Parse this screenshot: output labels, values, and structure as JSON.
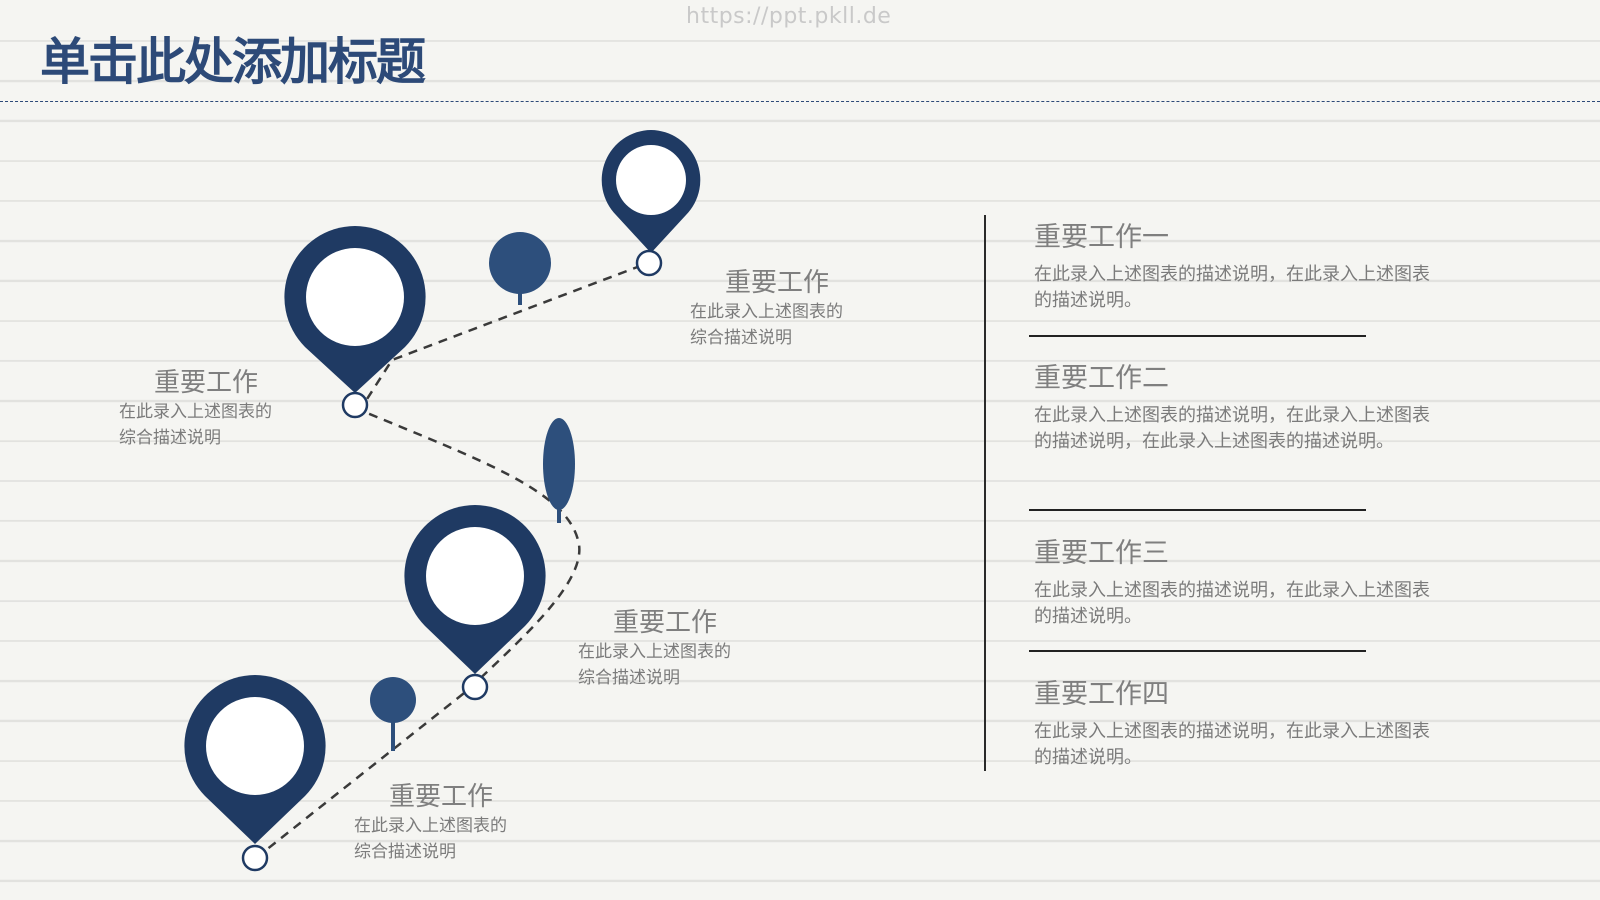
{
  "watermark": "https://ppt.pkll.de",
  "title": "单击此处添加标题",
  "colors": {
    "accent": "#1f3a63",
    "accent_light": "#2d4f7c",
    "text": "#7b7b7b",
    "background": "#f5f5f2"
  },
  "route_labels": [
    {
      "heading": "重要工作",
      "line1": "在此录入上述图表的",
      "line2": "综合描述说明"
    },
    {
      "heading": "重要工作",
      "line1": "在此录入上述图表的",
      "line2": "综合描述说明"
    },
    {
      "heading": "重要工作",
      "line1": "在此录入上述图表的",
      "line2": "综合描述说明"
    },
    {
      "heading": "重要工作",
      "line1": "在此录入上述图表的",
      "line2": "综合描述说明"
    }
  ],
  "items": [
    {
      "heading": "重要工作一",
      "desc": "在此录入上述图表的描述说明，在此录入上述图表的描述说明。"
    },
    {
      "heading": "重要工作二",
      "desc": "在此录入上述图表的描述说明，在此录入上述图表的描述说明，在此录入上述图表的描述说明。"
    },
    {
      "heading": "重要工作三",
      "desc": "在此录入上述图表的描述说明，在此录入上述图表的描述说明。"
    },
    {
      "heading": "重要工作四",
      "desc": "在此录入上述图表的描述说明，在此录入上述图表的描述说明。"
    }
  ]
}
